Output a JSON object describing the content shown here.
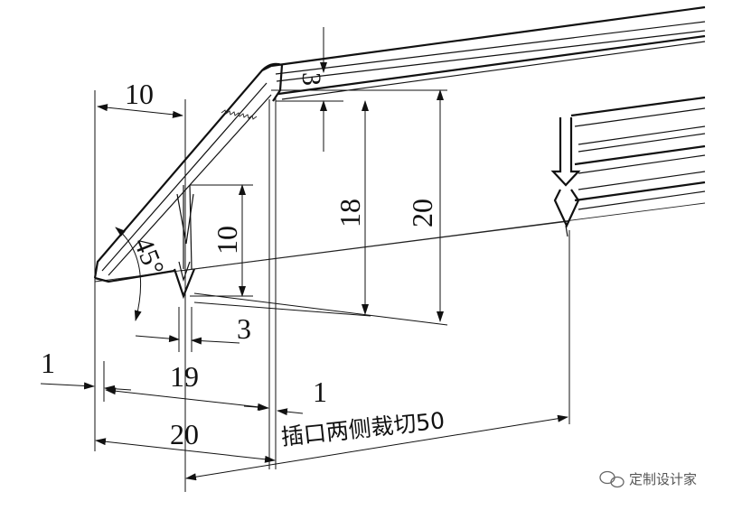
{
  "dimensions": {
    "top_width": "10",
    "angle": "45°",
    "thickness": "3",
    "height_inner": "18",
    "height_outer": "20",
    "groove_depth": "10",
    "groove_width": "3",
    "offset_left": "1",
    "inner_width": "19",
    "offset_right": "1",
    "outer_width": "20"
  },
  "note": "插口两侧裁切50",
  "watermark": "定制设计家"
}
